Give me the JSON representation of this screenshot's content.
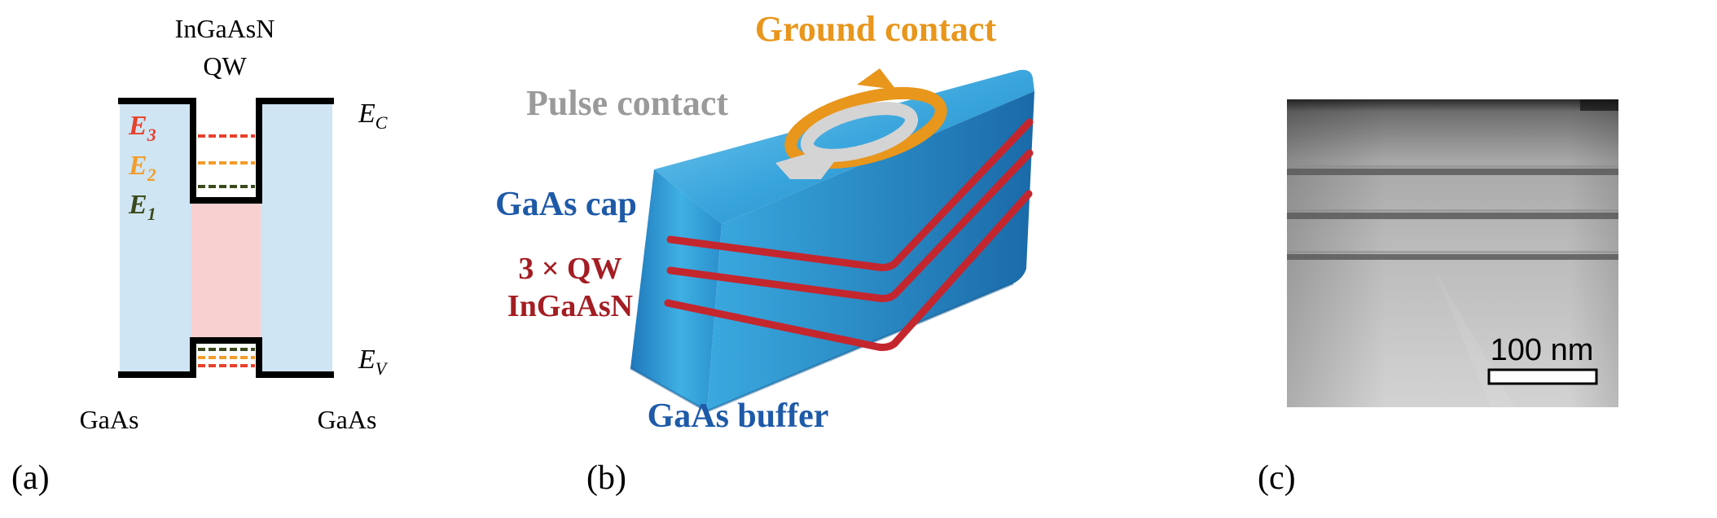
{
  "panel_a": {
    "qw_label_line1": "InGaAsN",
    "qw_label_line2": "QW",
    "ec_label": "E",
    "ec_sub": "C",
    "ev_label": "E",
    "ev_sub": "V",
    "e3_label": "E",
    "e3_sub": "3",
    "e2_label": "E",
    "e2_sub": "2",
    "e1_label": "E",
    "e1_sub": "1",
    "left_material": "GaAs",
    "right_material": "GaAs",
    "panel_label": "(a)",
    "colors": {
      "barrier_fill": "#cfe5f3",
      "well_fill": "#f9d0d0",
      "e3": "#e8412c",
      "e2": "#f29c2b",
      "e1": "#3b4a1c"
    }
  },
  "panel_b": {
    "ground_contact": "Ground contact",
    "pulse_contact": "Pulse contact",
    "cap_label": "GaAs cap",
    "qw_line1": "3 × QW",
    "qw_line2": "InGaAsN",
    "buffer_label": "GaAs buffer",
    "panel_label": "(b)",
    "colors": {
      "ground_contact": "#e8961c",
      "pulse_contact": "#9a9a9a",
      "gaas_text": "#1e5aa8",
      "qw_text": "#a31d22",
      "block_top": "#4db3e6",
      "block_side": "#2b86c4",
      "qw_layer": "#c4262e"
    }
  },
  "panel_c": {
    "scale_bar": "100 nm",
    "panel_label": "(c)"
  }
}
